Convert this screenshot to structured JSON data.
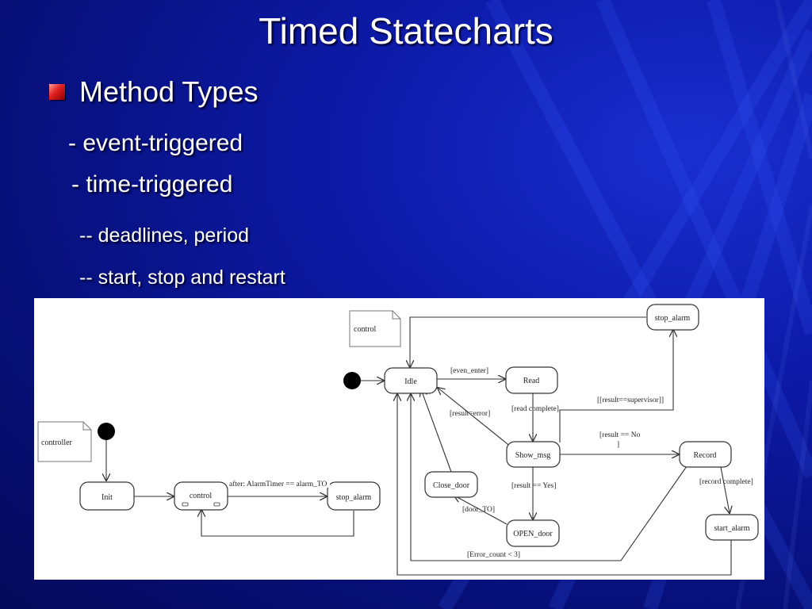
{
  "slide": {
    "title": "Timed Statecharts",
    "bullet": "Method Types",
    "sub_items": [
      "- event-triggered",
      "- time-triggered",
      "-- deadlines, period",
      "-- start, stop and restart"
    ]
  },
  "diagram": {
    "notes": {
      "controller": "controller",
      "control": "control"
    },
    "left": {
      "states": {
        "init": "Init",
        "control": "control",
        "stop_alarm": "stop_alarm"
      },
      "labels": {
        "after": "after: AlarmTimer == alarm_TO"
      }
    },
    "right": {
      "states": {
        "idle": "Idle",
        "read": "Read",
        "show_msg": "Show_msg",
        "record": "Record",
        "close_door": "Close_door",
        "open_door": "OPEN_door",
        "stop_alarm": "stop_alarm",
        "start_alarm": "start_alarm"
      },
      "labels": {
        "even_enter": "[even_enter]",
        "result_error": "[result=error]",
        "read_complete": "[read complete]",
        "supervisor": "[[result==supervisor]]",
        "result_no_1": "[result == No",
        "result_no_2": "]",
        "result_yes": "[result == Yes]",
        "record_complete": "[record complete]",
        "door_to": "[door_TO]",
        "error_count": "[Error_count < 3]"
      }
    }
  }
}
